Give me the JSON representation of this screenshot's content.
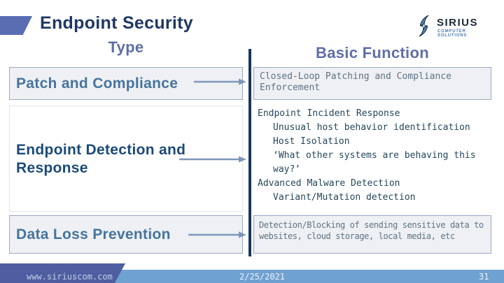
{
  "slide": {
    "title": "Endpoint Security",
    "type_header": "Type",
    "function_header": "Basic Function",
    "rows": [
      {
        "type": "Patch and Compliance",
        "function": "Closed-Loop Patching and Compliance Enforcement"
      },
      {
        "type": "Endpoint Detection and Response",
        "function_items": [
          {
            "text": "Endpoint Incident Response",
            "level": 0
          },
          {
            "text": "Unusual host behavior identification",
            "level": 1
          },
          {
            "text": "Host Isolation",
            "level": 1
          },
          {
            "text": "‘What other systems are behaving this way?’",
            "level": 1
          },
          {
            "text": "Advanced Malware Detection",
            "level": 0
          },
          {
            "text": "Variant/Mutation detection",
            "level": 1
          }
        ]
      },
      {
        "type": "Data Loss Prevention",
        "function": "Detection/Blocking of sending sensitive data to websites, cloud storage, local media, etc"
      }
    ]
  },
  "logo": {
    "name": "SIRIUS",
    "tagline": "COMPUTER SOLUTIONS"
  },
  "footer": {
    "website": "www.siriuscom.com",
    "date": "2/25/2021",
    "page_number": "31"
  },
  "colors": {
    "title_navy": "#1f3864",
    "header_slate_blue": "#5f6ea8",
    "accent_parallelogram": "#5a6cb2",
    "type_label_steel": "#46749e",
    "type_label_dark": "#1b4a7a",
    "function_text_gray_blue": "#5e7285",
    "function_text_dark": "#24475c",
    "box_background": "#eef0f3",
    "box_border": "#9aa8c0",
    "divider_navy": "#17365d",
    "arrow_steel": "#7d96ba",
    "footer_bar_blue": "#6fa1d1",
    "footer_ribbon_blue": "#4e5ea0",
    "logo_blue": "#4d7cb0"
  }
}
